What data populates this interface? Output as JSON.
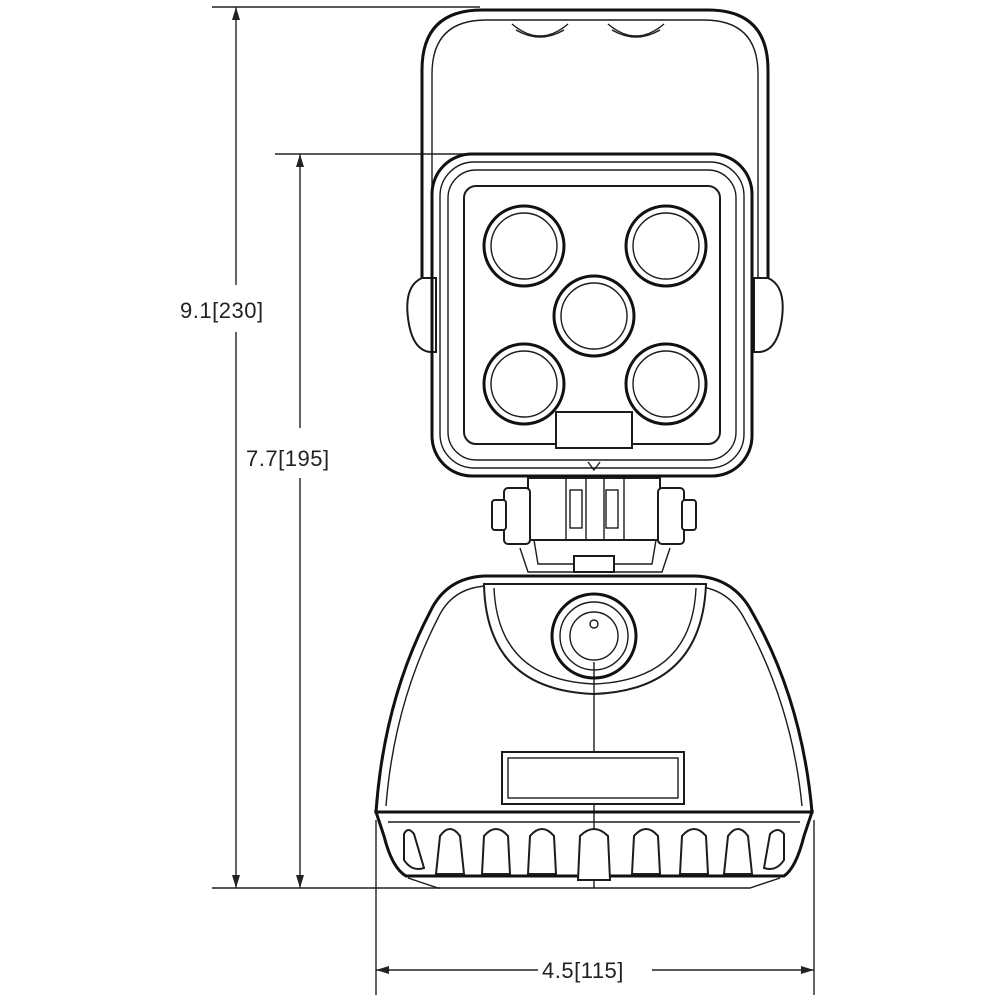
{
  "diagram": {
    "colors": {
      "line": "#1c1c1c",
      "background": "#ffffff"
    },
    "dimensions": {
      "overall_height": {
        "value": "9.1",
        "metric": "230"
      },
      "head_height": {
        "value": "7.7",
        "metric": "195"
      },
      "base_width": {
        "value": "4.5",
        "metric": "115"
      }
    },
    "components": {
      "handle": "carry-handle",
      "head": "led-head",
      "led_count": 5,
      "bracket": "swivel-bracket",
      "base": "magnetic-base",
      "switch": "power-switch",
      "label_plate": "label-plate",
      "feet": "base-ribs"
    }
  }
}
